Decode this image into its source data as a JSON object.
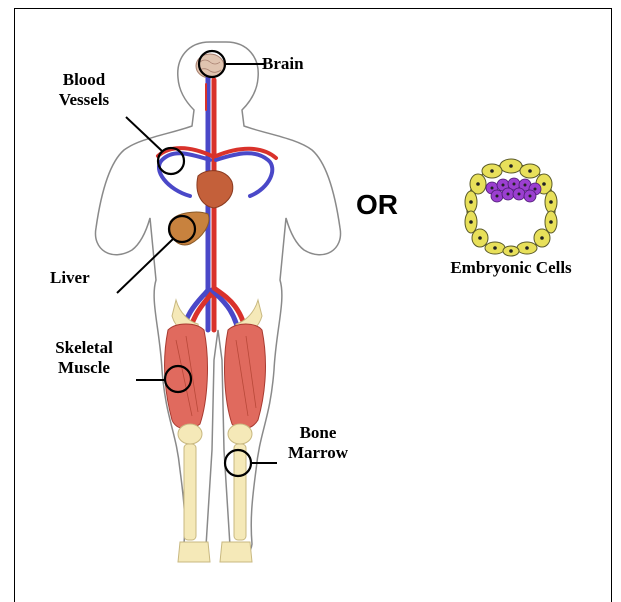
{
  "labels": {
    "brain": "Brain",
    "blood_vessels_line1": "Blood",
    "blood_vessels_line2": "Vessels",
    "liver": "Liver",
    "skeletal_muscle_line1": "Skeletal",
    "skeletal_muscle_line2": "Muscle",
    "bone_marrow_line1": "Bone",
    "bone_marrow_line2": "Marrow",
    "or": "OR",
    "embryonic_cells": "Embryonic Cells"
  },
  "colors": {
    "artery": "#d9322b",
    "vein": "#4a48c8",
    "heart": "#c4603a",
    "liver": "#c8823e",
    "muscle": "#e06a5e",
    "bone": "#f5e9b8",
    "brain": "#e0c4b0",
    "embryo_outer": "#e8e05a",
    "embryo_inner": "#9b3fd0"
  }
}
